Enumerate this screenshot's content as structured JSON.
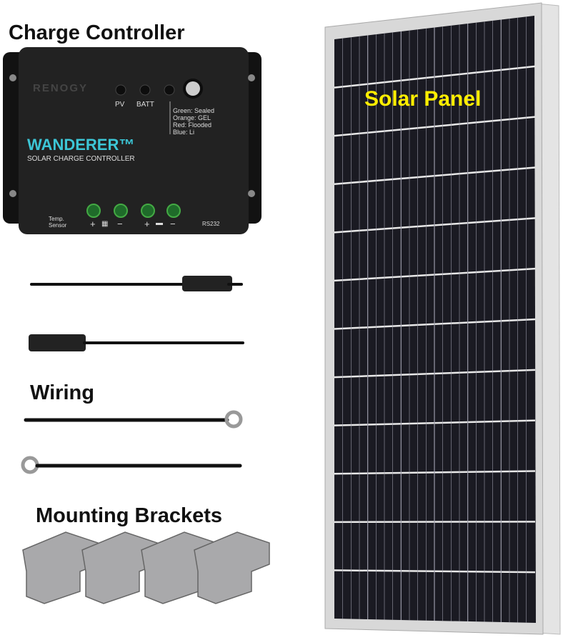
{
  "labels": {
    "charge_controller": "Charge Controller",
    "solar_panel": "Solar Panel",
    "wiring": "Wiring",
    "mounting_brackets": "Mounting Brackets"
  },
  "controller": {
    "brand_logo": "RENOGY",
    "model": "WANDERER™",
    "subtitle": "SOLAR CHARGE CONTROLLER",
    "led_pv": "PV",
    "led_batt": "BATT",
    "battery_types": [
      "Green: Sealed",
      "Orange: GEL",
      "Red: Flooded",
      "Blue: Li"
    ],
    "temp_sensor": [
      "Temp.",
      "Sensor"
    ],
    "terminal_plus": "+",
    "terminal_minus": "−",
    "rs232": "RS232"
  },
  "colors": {
    "label_text": "#111111",
    "panel_label": "#ffee00",
    "model_text": "#3cc6d6",
    "controller_body": "#1e1e1e",
    "panel_cells": "#1a1a22",
    "panel_frame": "#d8d8d8"
  }
}
